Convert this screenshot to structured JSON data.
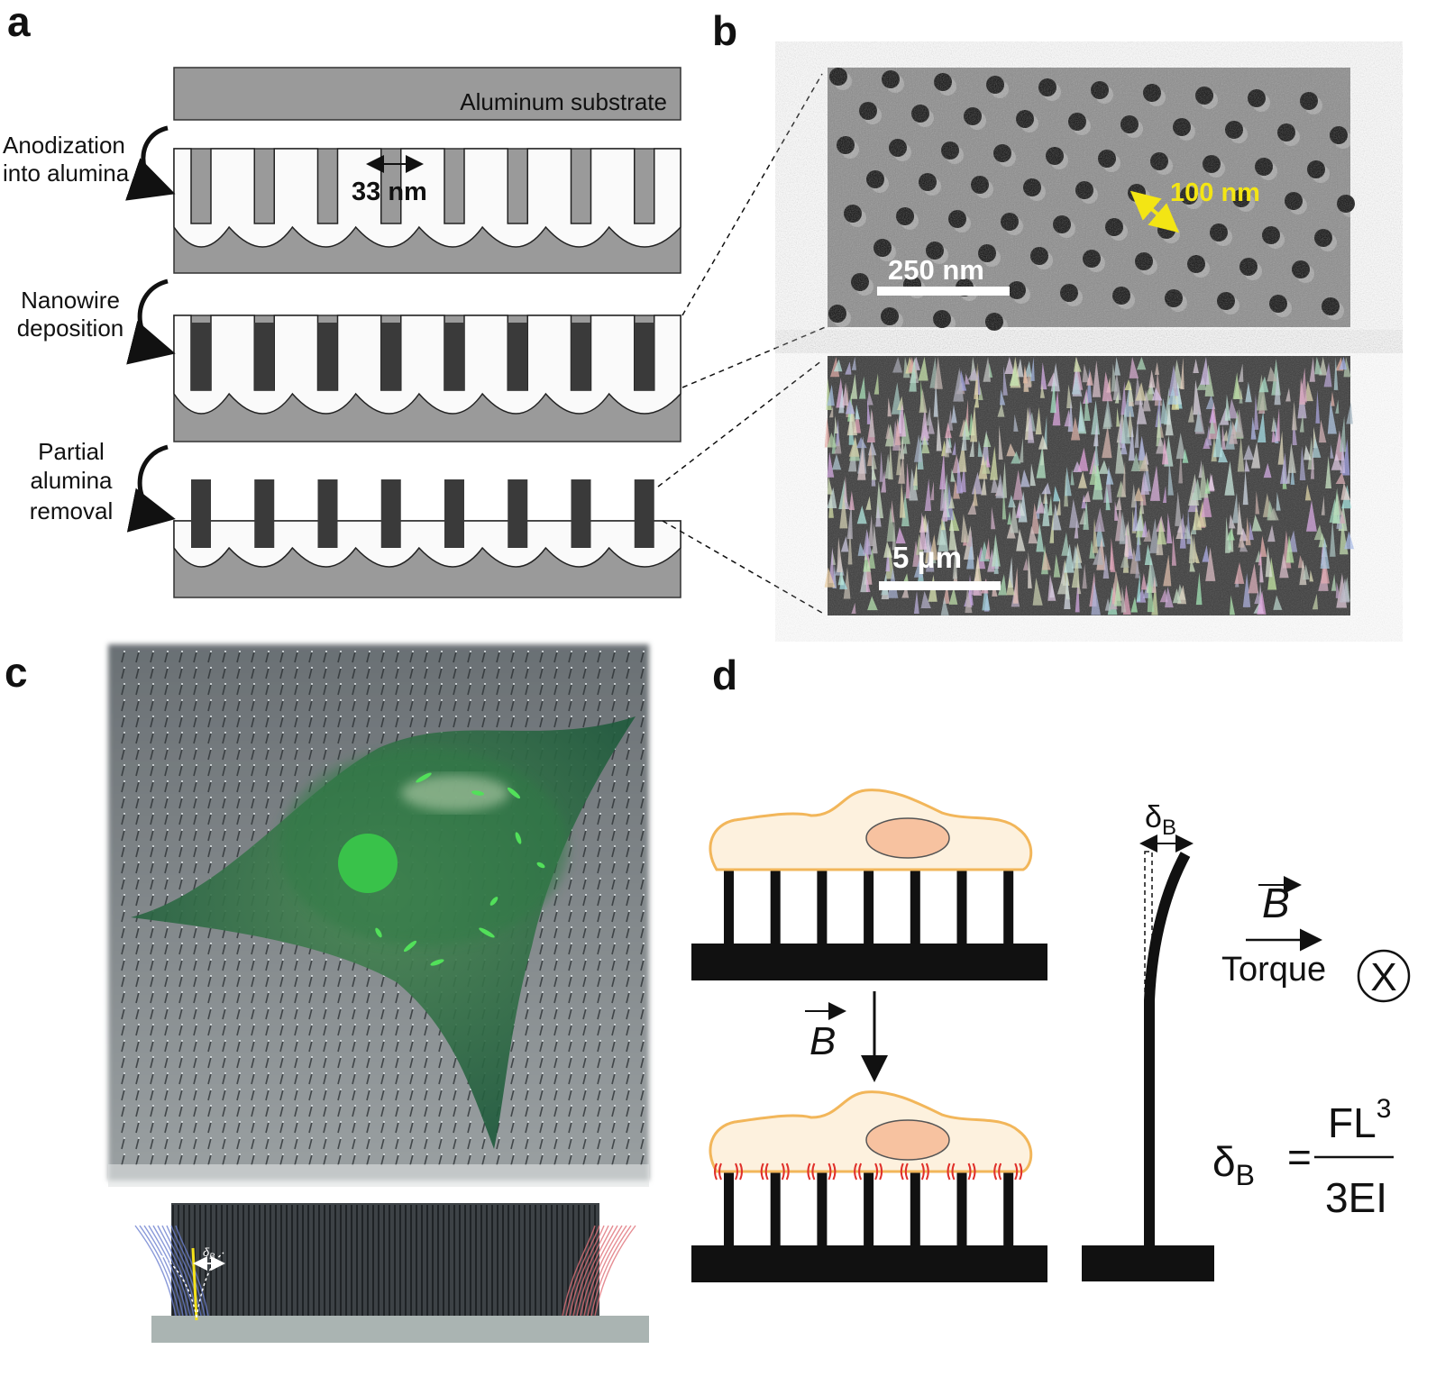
{
  "panels": {
    "a": {
      "label": "a",
      "substrate_label": "Aluminum substrate",
      "step1": [
        "Anodization",
        "into alumina"
      ],
      "step2": [
        "Nanowire",
        "deposition"
      ],
      "step3": [
        "Partial",
        "alumina",
        "removal"
      ],
      "pore_width": "33 nm",
      "pore_count": 8
    },
    "b": {
      "label": "b",
      "top_scale": "250 nm",
      "spacing": "100 nm",
      "bottom_scale": "5 μm"
    },
    "c": {
      "label": "c",
      "deflection_symbol": "δ",
      "deflection_sub": "B"
    },
    "d": {
      "label": "d",
      "field_symbol": "B",
      "deflection_symbol": "δ",
      "deflection_sub": "B",
      "torque_label": "Torque",
      "into_page_symbol": "X",
      "equation": {
        "lhs": "δ",
        "lhs_sub": "B",
        "equals": "=",
        "numerator": "FL",
        "exponent": "3",
        "denominator": "3EI"
      },
      "pillar_count": 7
    }
  },
  "colors": {
    "substrate": "#9a9a9a",
    "nanowire": "#3a3a3a",
    "cell_fill": "#fdf1de",
    "cell_outline": "#f2b65a",
    "nucleus": "#f7c2a0",
    "signal": "#e0302a",
    "scale_yellow": "#f3e514"
  }
}
